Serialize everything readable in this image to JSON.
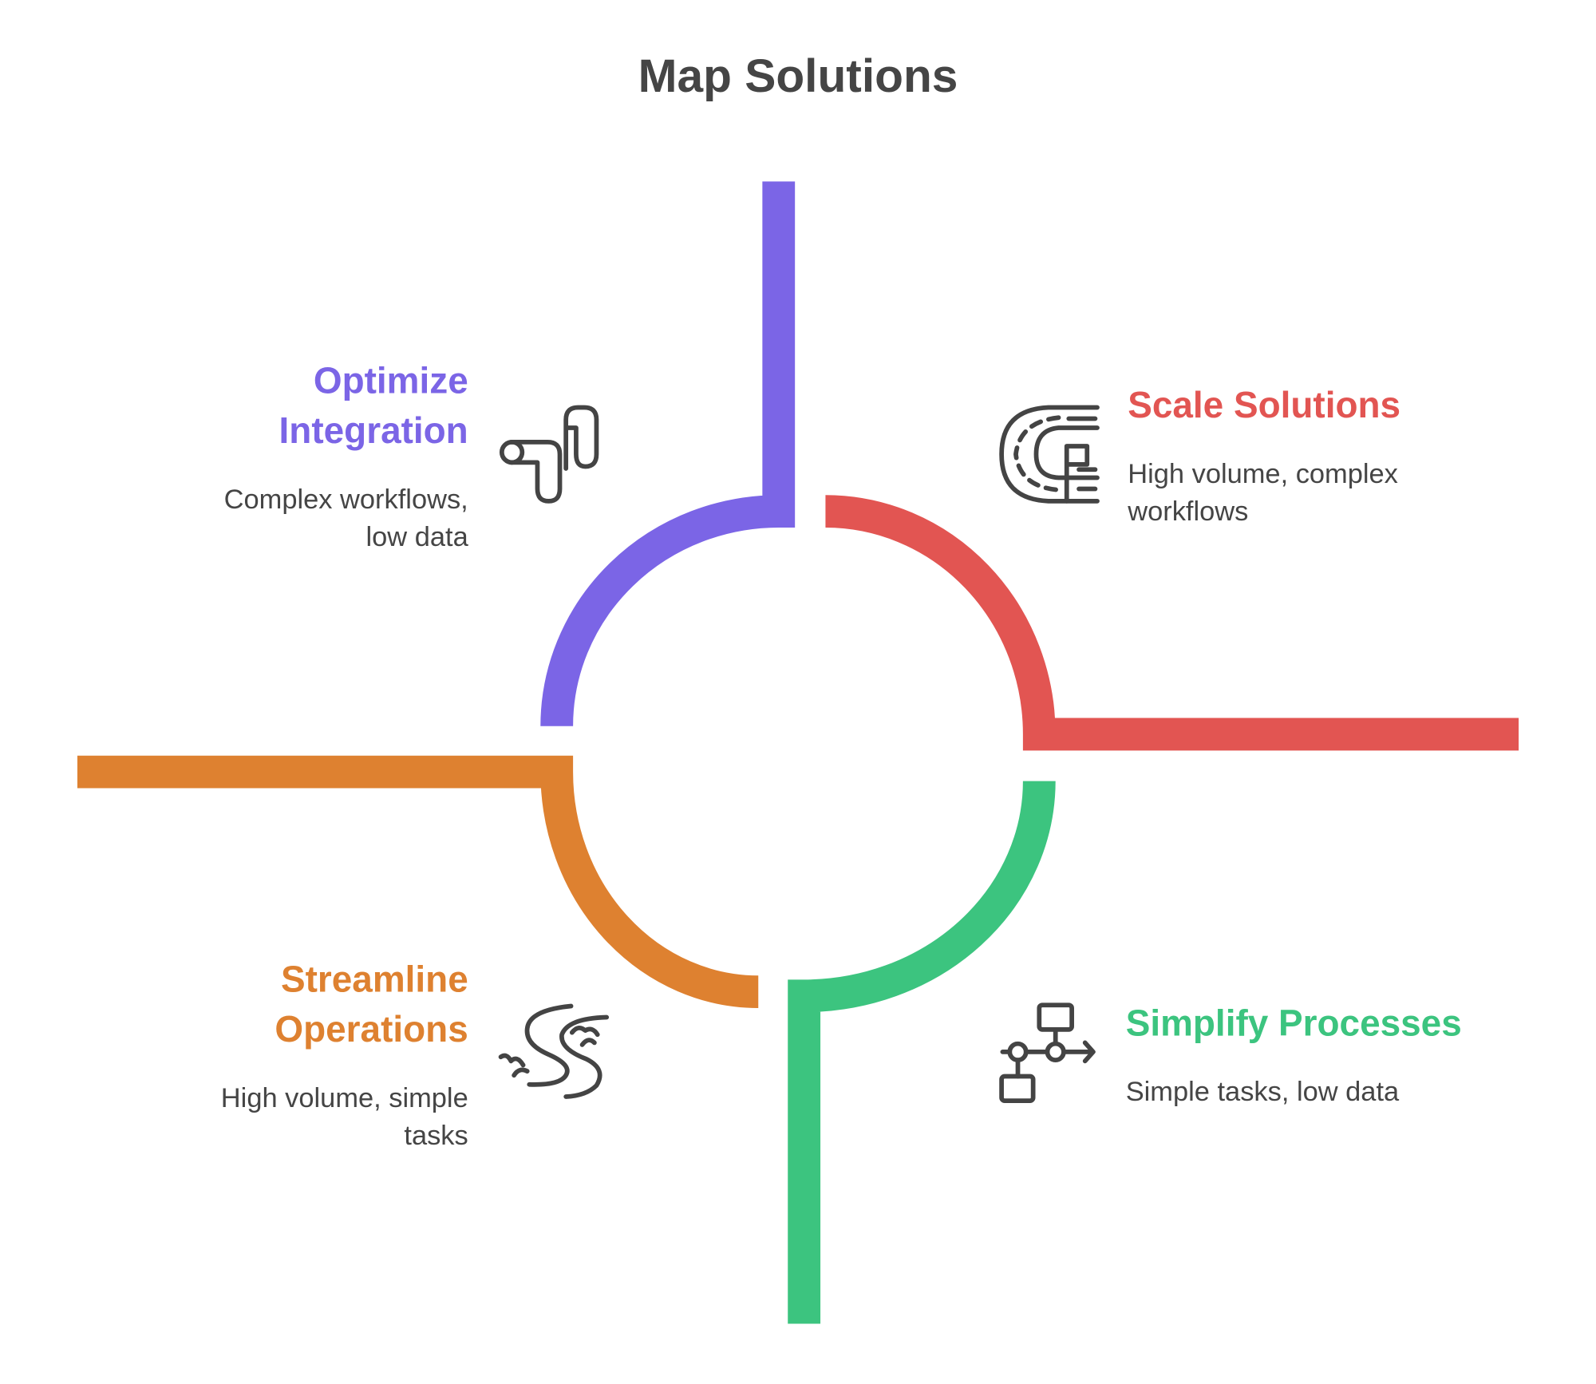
{
  "title": "Map Solutions",
  "colors": {
    "purple": "#7B65E6",
    "red": "#E25552",
    "green": "#3CC47F",
    "orange": "#DE8130",
    "text": "#454545"
  },
  "quadrants": [
    {
      "heading_lines": [
        "Optimize",
        "Integration"
      ],
      "desc_lines": [
        "Complex workflows,",
        "low data"
      ],
      "icon": "pipe-icon"
    },
    {
      "heading_lines": [
        "Scale Solutions"
      ],
      "desc_lines": [
        "High volume, complex",
        "workflows"
      ],
      "icon": "road-track-icon"
    },
    {
      "heading_lines": [
        "Streamline",
        "Operations"
      ],
      "desc_lines": [
        "High volume, simple",
        "tasks"
      ],
      "icon": "river-icon"
    },
    {
      "heading_lines": [
        "Simplify Processes"
      ],
      "desc_lines": [
        "Simple tasks, low data"
      ],
      "icon": "process-flow-icon"
    }
  ]
}
